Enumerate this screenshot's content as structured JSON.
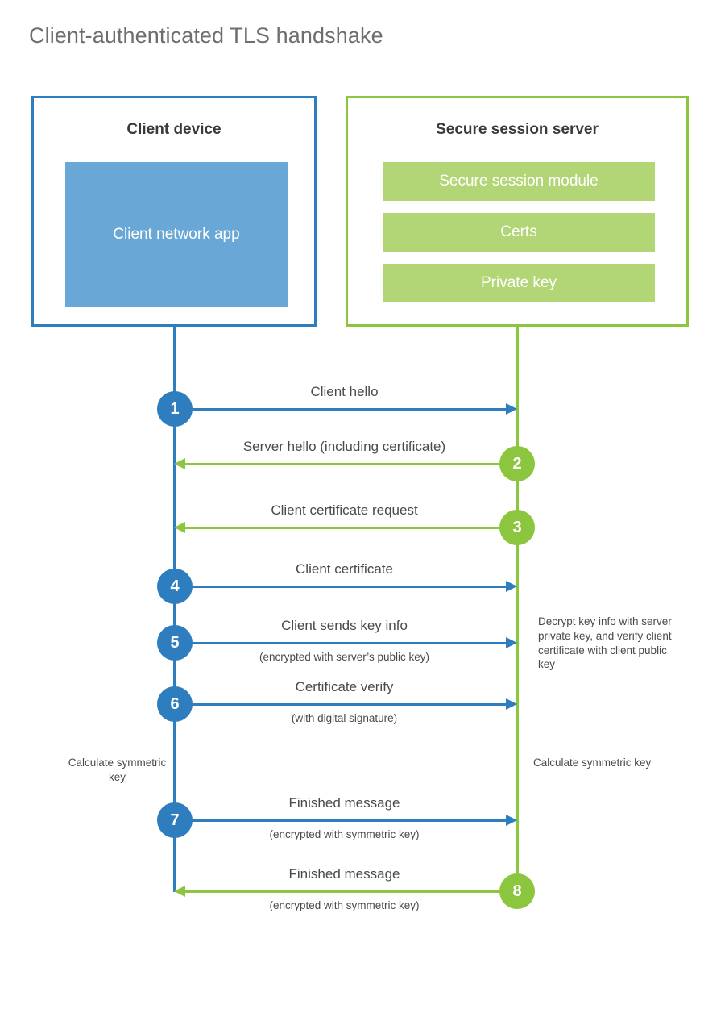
{
  "title": "Client-authenticated TLS handshake",
  "colors": {
    "client_blue": "#2e7dbf",
    "client_app_fill": "#69a8d6",
    "server_green": "#8cc63e",
    "server_bar_fill": "#b2d576",
    "title_gray": "#6d6e70",
    "text_gray": "#4a4a4a"
  },
  "client": {
    "title": "Client device",
    "app_label": "Client network app"
  },
  "server": {
    "title": "Secure session server",
    "modules": [
      "Secure session module",
      "Certs",
      "Private key"
    ]
  },
  "steps": [
    {
      "number": "1",
      "direction": "client-to-server",
      "color": "blue",
      "label": "Client hello",
      "sub": ""
    },
    {
      "number": "2",
      "direction": "server-to-client",
      "color": "green",
      "label": "Server hello (including certificate)",
      "sub": ""
    },
    {
      "number": "3",
      "direction": "server-to-client",
      "color": "green",
      "label": "Client certificate request",
      "sub": ""
    },
    {
      "number": "4",
      "direction": "client-to-server",
      "color": "blue",
      "label": "Client certificate",
      "sub": ""
    },
    {
      "number": "5",
      "direction": "client-to-server",
      "color": "blue",
      "label": "Client sends key info",
      "sub": "(encrypted with server’s public key)"
    },
    {
      "number": "6",
      "direction": "client-to-server",
      "color": "blue",
      "label": "Certificate verify",
      "sub": "(with digital signature)"
    },
    {
      "number": "7",
      "direction": "client-to-server",
      "color": "blue",
      "label": "Finished message",
      "sub": "(encrypted with symmetric key)"
    },
    {
      "number": "8",
      "direction": "server-to-client",
      "color": "green",
      "label": "Finished message",
      "sub": "(encrypted with symmetric key)"
    }
  ],
  "notes": {
    "server_decrypt": "Decrypt key info with server private key, and verify client certificate with client public key",
    "client_calculate": "Calculate symmetric key",
    "server_calculate": "Calculate symmetric key"
  }
}
